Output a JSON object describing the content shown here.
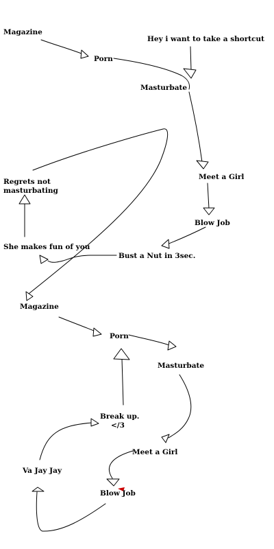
{
  "nodes": {
    "magazine_1": "Magazine",
    "shortcut_note": "Hey i want to take a shortcut",
    "porn_1": "Porn",
    "masturbate_1": "Masturbate",
    "meet_girl_1": "Meet a Girl",
    "blow_job_1": "Blow Job",
    "bust_nut": "Bust a Nut in 3sec.",
    "makes_fun": "She makes fun of you",
    "regrets_line1": "Regrets not",
    "regrets_line2": "masturbating",
    "magazine_2": "Magazine",
    "porn_2": "Porn",
    "masturbate_2": "Masturbate",
    "break_up_line1": "Break up.",
    "break_up_line2": "</3",
    "meet_girl_2": "Meet a Girl",
    "va_jay_jay": "Va Jay Jay",
    "blow_job_2": "Blow Job"
  },
  "colors": {
    "ink": "#000000",
    "background": "#ffffff",
    "red_mark": "#cc0000"
  }
}
